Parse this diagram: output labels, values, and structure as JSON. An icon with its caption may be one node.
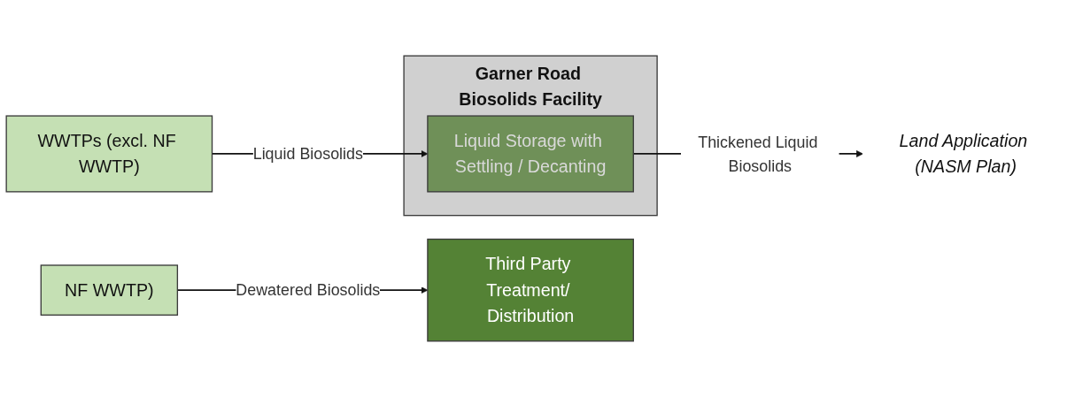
{
  "diagram": {
    "nodes": [
      {
        "text": [
          "Garner Road Biosolids Facility"
        ]
      },
      {
        "text": [
          "WWTPs (excl. NF WWTP)"
        ]
      },
      {
        "text": [
          "Liquid Storage with Settling / Decanting"
        ],
        "in": 0
      },
      {
        "text": [
          "Land Application (NASM Plan)"
        ]
      },
      {
        "text": [
          "NF WWTP)"
        ]
      },
      {
        "text": [
          "Third Party Treatment/ Distribution"
        ]
      }
    ],
    "edges": [
      {
        "from": 1,
        "to": 2,
        "arrow": "to",
        "label": "Liquid Biosolids"
      },
      {
        "from": 2,
        "to": 3,
        "arrow": "to",
        "label": "Thickened Liquid Biosolids"
      },
      {
        "from": 4,
        "to": 5,
        "arrow": "to",
        "label": "Dewatered Biosolids"
      }
    ]
  }
}
